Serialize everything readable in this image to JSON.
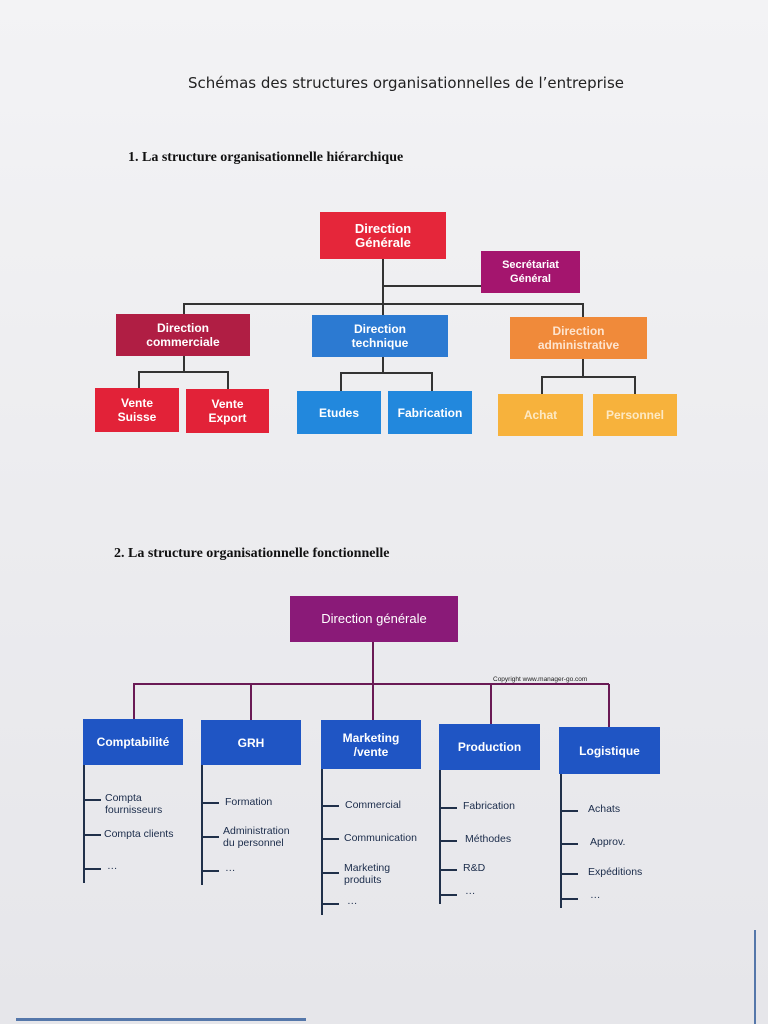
{
  "page_title": "Schémas des structures organisationnelles de l’entreprise",
  "section1": {
    "heading": "1.   La structure organisationnelle hiérarchique",
    "top": {
      "label": "Direction\nGénérale",
      "color": "#e5263a"
    },
    "staff": {
      "label": "Secrétariat\nGénéral",
      "color": "#a4156e"
    },
    "branches": [
      {
        "label": "Direction\ncommerciale",
        "color": "#b01e44",
        "children": [
          {
            "label": "Vente\nSuisse",
            "color": "#e22238"
          },
          {
            "label": "Vente\nExport",
            "color": "#e22238"
          }
        ]
      },
      {
        "label": "Direction\ntechnique",
        "color": "#2c7ad2",
        "children": [
          {
            "label": "Etudes",
            "color": "#2288dd"
          },
          {
            "label": "Fabrication",
            "color": "#2288dd"
          }
        ]
      },
      {
        "label": "Direction\nadministrative",
        "color": "#f08a3a",
        "children": [
          {
            "label": "Achat",
            "color": "#f7b23c"
          },
          {
            "label": "Personnel",
            "color": "#f7b23c"
          }
        ]
      }
    ]
  },
  "section2": {
    "heading": "2.   La structure organisationnelle fonctionnelle",
    "top": {
      "label": "Direction générale",
      "color": "#8a1a78"
    },
    "copyright": "Copyright www.manager-go.com",
    "departments": [
      {
        "label": "Comptabilité",
        "color": "#1f55c4",
        "items": [
          "Compta\nfournisseurs",
          "Compta clients",
          "…"
        ]
      },
      {
        "label": "GRH",
        "color": "#1f55c4",
        "items": [
          "Formation",
          "Administration\ndu personnel",
          "…"
        ]
      },
      {
        "label": "Marketing\n/vente",
        "color": "#1f55c4",
        "items": [
          "Commercial",
          "Communication",
          "Marketing\nproduits",
          "…"
        ]
      },
      {
        "label": "Production",
        "color": "#1f55c4",
        "items": [
          "Fabrication",
          "Méthodes",
          "R&D",
          "…"
        ]
      },
      {
        "label": "Logistique",
        "color": "#1f55c4",
        "items": [
          "Achats",
          "Approv.",
          "Expéditions",
          "…"
        ]
      }
    ]
  }
}
